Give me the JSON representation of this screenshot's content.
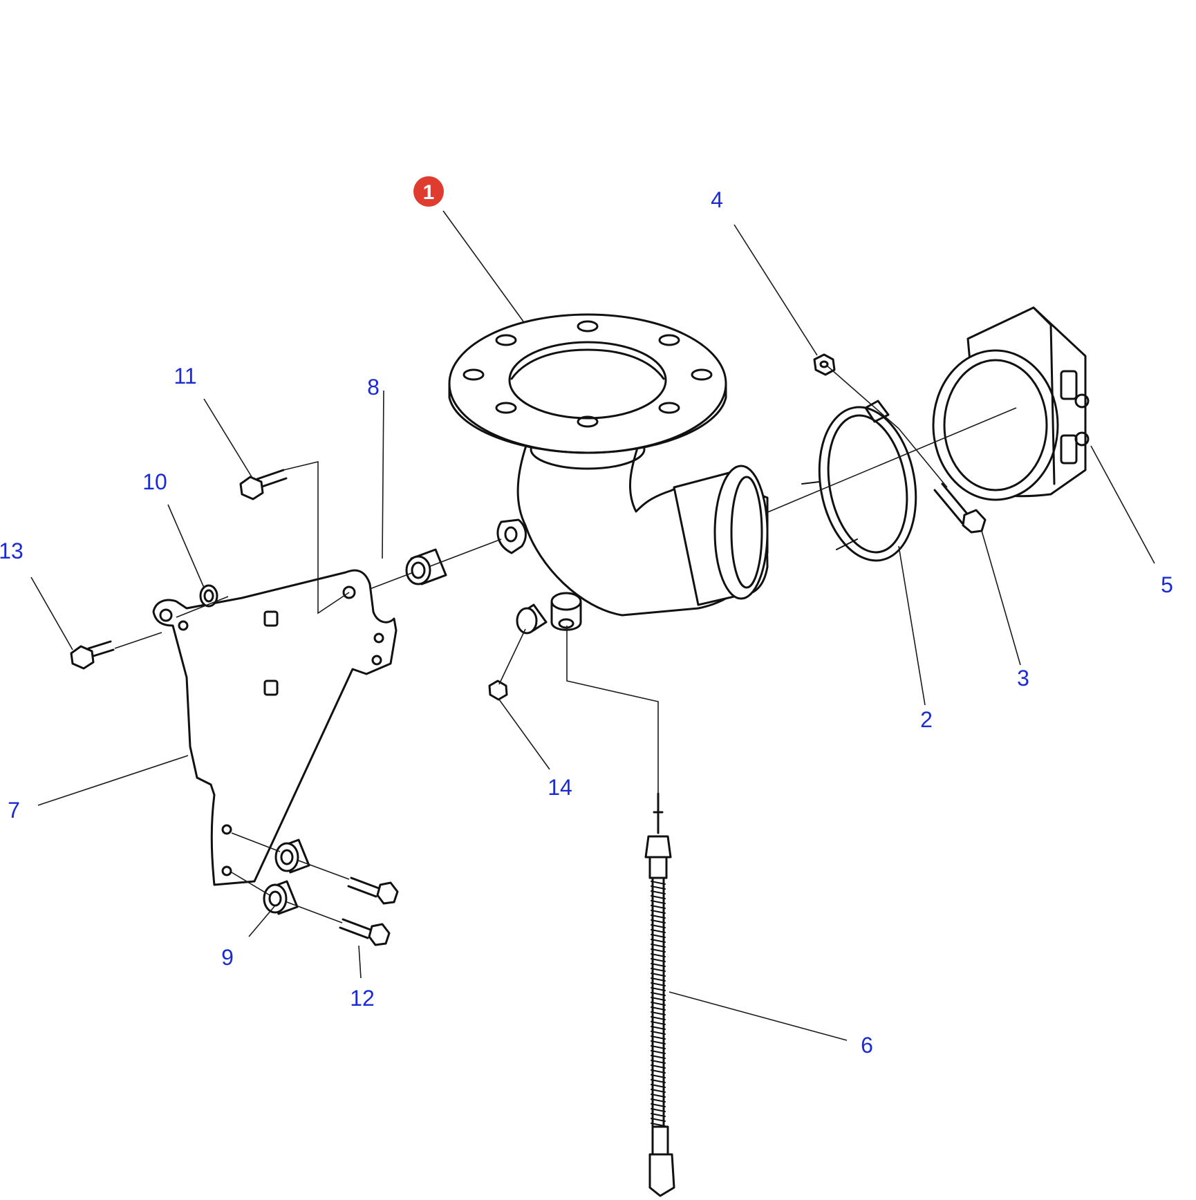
{
  "diagram": {
    "highlight_color": "#e03b2f",
    "label_color": "#1a2bd6",
    "highlighted_part": "1",
    "callouts": [
      {
        "id": "c1",
        "label": "1"
      },
      {
        "id": "c2",
        "label": "2"
      },
      {
        "id": "c3",
        "label": "3"
      },
      {
        "id": "c4",
        "label": "4"
      },
      {
        "id": "c5",
        "label": "5"
      },
      {
        "id": "c6",
        "label": "6"
      },
      {
        "id": "c7",
        "label": "7"
      },
      {
        "id": "c8",
        "label": "8"
      },
      {
        "id": "c9",
        "label": "9"
      },
      {
        "id": "c10",
        "label": "10"
      },
      {
        "id": "c11",
        "label": "11"
      },
      {
        "id": "c12",
        "label": "12"
      },
      {
        "id": "c13",
        "label": "13"
      },
      {
        "id": "c14",
        "label": "14"
      }
    ]
  }
}
